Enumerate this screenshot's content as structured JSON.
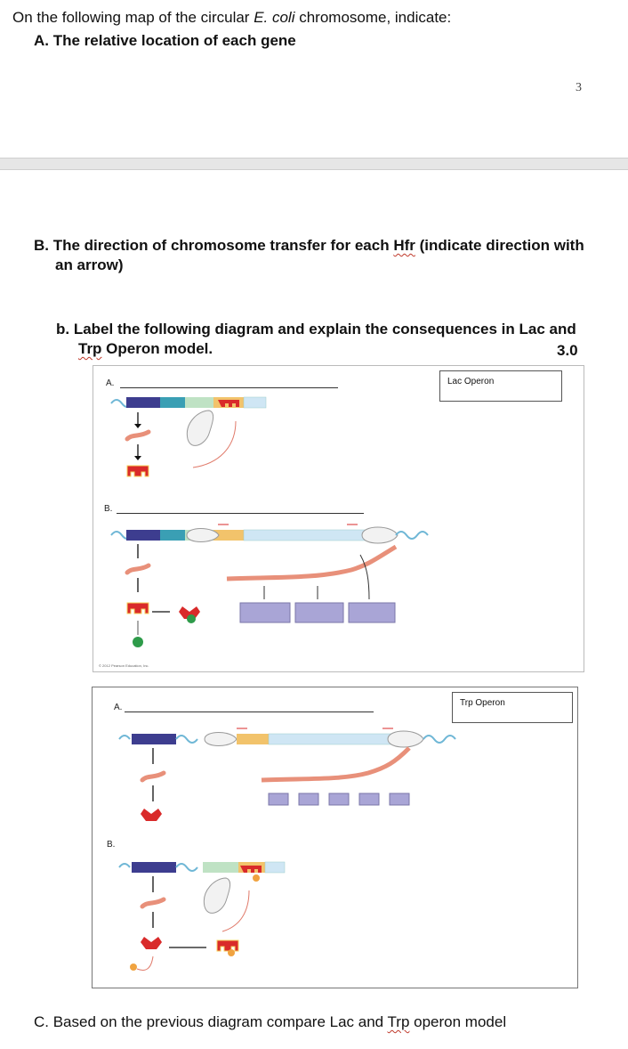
{
  "intro": {
    "line_prefix": "On the following map of the circular ",
    "line_italic": "E. coli",
    "line_suffix": " chromosome, indicate:"
  },
  "q_a": "A.  The relative location of each gene",
  "page_number": "3",
  "q_b": {
    "prefix": "B.  The direction of chromosome transfer for each ",
    "hfr": "Hfr",
    "suffix": " (indicate direction with",
    "line2": "an arrow)"
  },
  "q_b2": {
    "prefix": "b.  Label the following diagram and explain the consequences in ",
    "lac": "Lac and",
    "trp": "Trp",
    "rest": " Operon model.",
    "score": "3.0"
  },
  "lac_figure": {
    "label_a": "A.",
    "label_b": "B.",
    "box_title": "Lac Operon",
    "copyright": "© 2012 Pearson Education, Inc."
  },
  "trp_figure": {
    "label_a": "A.",
    "label_b": "B.",
    "box_title": "Trp Operon"
  },
  "q_c": {
    "prefix": "C.  Based on the previous diagram compare Lac and ",
    "trp": "Trp",
    "suffix": " operon model"
  },
  "colors": {
    "repressor_gene": "#3d3d8f",
    "promoter": "#3a9fb4",
    "operator": "#f2c36b",
    "gene_bar": "#cfe6f4",
    "repressor": "#d92a2a",
    "mrna": "#e8907a",
    "protein_box": "#a9a5d6",
    "inducer": "#2e9b4a",
    "tryptophan": "#f0a340"
  }
}
